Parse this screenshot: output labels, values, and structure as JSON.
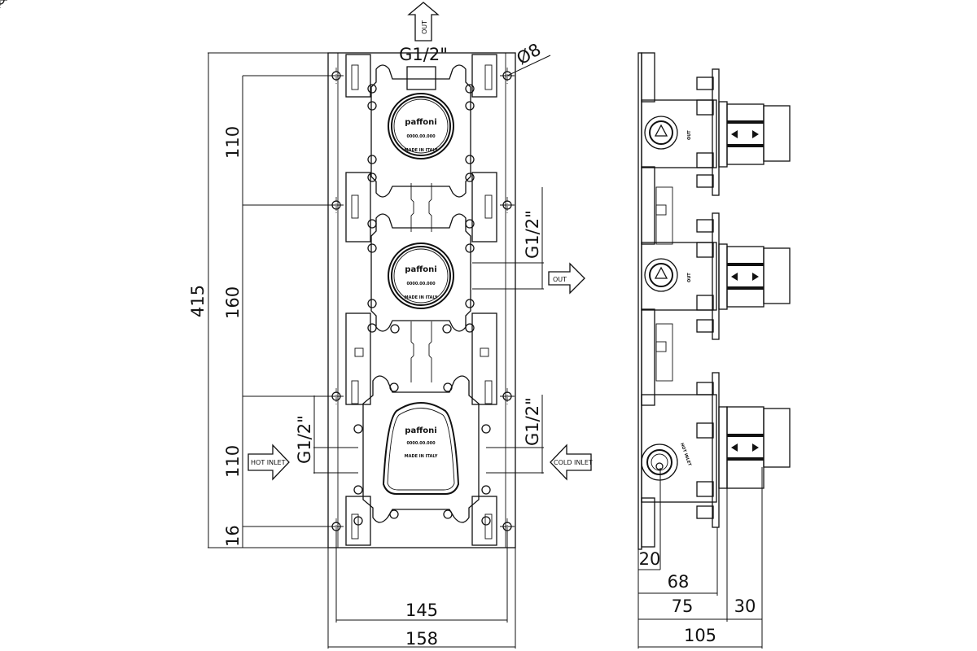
{
  "drawing": {
    "brand": "paffoni",
    "model_code": "0000.00.000",
    "made_in": "MADE IN ITALY",
    "front_view": {
      "dimensions": {
        "overall_height": "415",
        "spacing_top": "110",
        "spacing_middle": "160",
        "spacing_bottom": "110",
        "bottom_offset": "16",
        "hole_spacing_width": "145",
        "overall_width": "158",
        "hole_diameter": "Ø8"
      },
      "thread_labels": {
        "top_outlet": "G1/2\"",
        "middle_outlet": "G1/2\"",
        "hot_inlet": "G1/2\"",
        "cold_inlet": "G1/2\""
      },
      "flow_arrows": {
        "top_out": "OUT",
        "middle_out": "OUT",
        "hot_inlet": "HOT INLET",
        "cold_inlet": "COLD INLET"
      }
    },
    "side_view": {
      "dimensions": {
        "inlet_offset": "20",
        "body_depth": "68",
        "max_depth": "75",
        "min_adjust": "30",
        "overall_depth": "105"
      },
      "port_labels": {
        "upper": "OUT",
        "middle": "OUT",
        "lower": "HOT INLET"
      }
    }
  }
}
